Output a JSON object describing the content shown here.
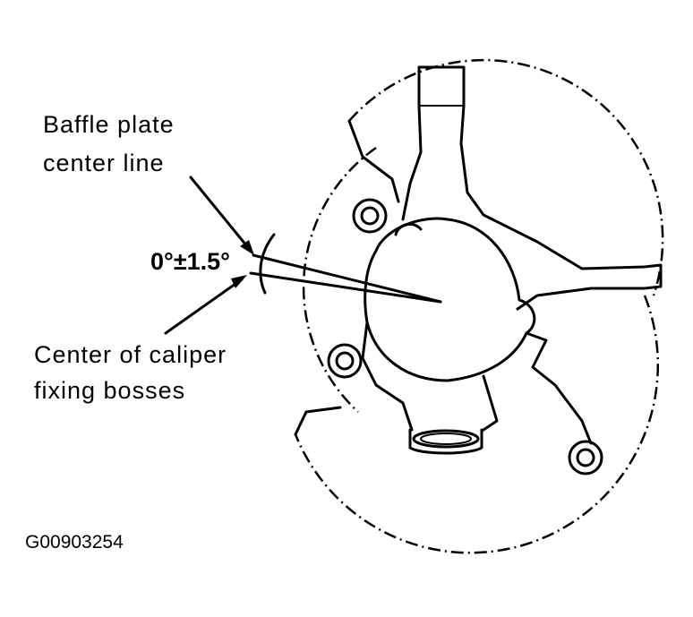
{
  "labels": {
    "baffle_line1": "Baffle plate",
    "baffle_line2": "center line",
    "angle": "0°±1.5°",
    "caliper_line1": "Center of caliper",
    "caliper_line2": "fixing bosses"
  },
  "figure_code": "G00903254"
}
